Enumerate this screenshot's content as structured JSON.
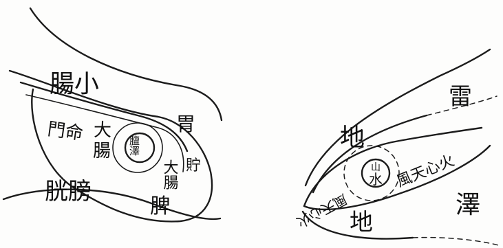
{
  "left_diagram": {
    "labels": {
      "small_intestine": "腸小",
      "bladder": "胱膀",
      "life_gate": "門命",
      "large_intestine_top": "大",
      "large_intestine_bottom": "腸",
      "seal": "膻澤",
      "stomach": "胃",
      "large_intestine_inner": "大腸",
      "kidney_small": "貯",
      "spleen": "脾"
    }
  },
  "right_diagram": {
    "labels": {
      "thunder": "雷",
      "earth_top": "地",
      "seal_top": "山",
      "seal_bottom": "水",
      "fire_right": "風天心火",
      "fire_left": "風天心火",
      "lake": "澤",
      "earth_bottom": "地"
    }
  }
}
